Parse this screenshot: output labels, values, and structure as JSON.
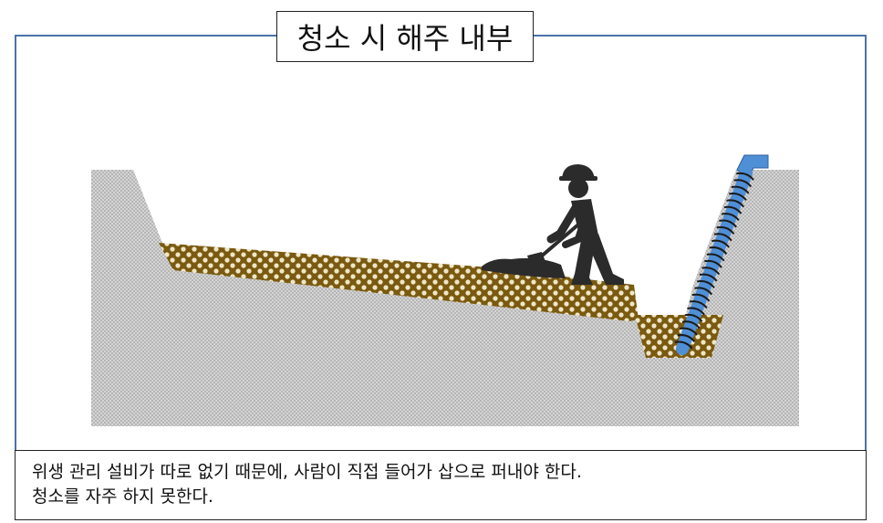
{
  "title": "청소 시 해주 내부",
  "caption": {
    "line1": "위생 관리 설비가 따로 없기 때문에, 사람이 직접 들어가 삽으로 퍼내야 한다.",
    "line2": "청소를 자주 하지 못한다."
  },
  "colors": {
    "frame": "#4a73a8",
    "ground": "#c9c9c9",
    "sludge": "#7a5a10",
    "screw": "#4f8fd6",
    "worker": "#2b2b2b"
  },
  "icons": [
    "worker-with-shovel-icon",
    "screw-conveyor-icon"
  ]
}
